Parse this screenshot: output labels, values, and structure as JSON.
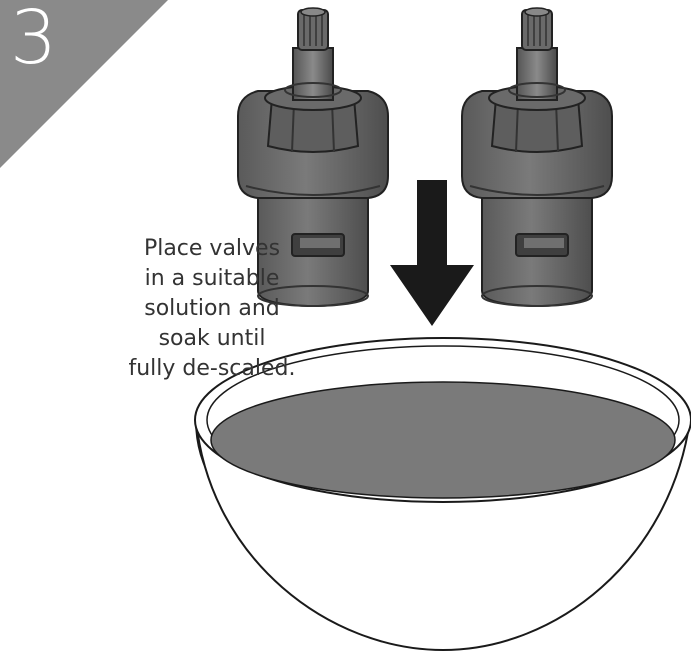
{
  "step": {
    "number": "3"
  },
  "instruction": {
    "lines": [
      "Place valves",
      "in a suitable",
      "solution and",
      "soak until",
      "fully de-scaled."
    ]
  },
  "colors": {
    "step_badge": "#8a8a8a",
    "step_number": "#ffffff",
    "text": "#333333",
    "valve_body": "#6f6f6f",
    "valve_dark": "#4a4a4a",
    "arrow": "#1a1a1a",
    "solution": "#7a7a7a",
    "bowl_outline": "#1a1a1a"
  },
  "icons": [
    "valve-cartridge-icon",
    "down-arrow-icon",
    "soaking-bowl-icon"
  ]
}
